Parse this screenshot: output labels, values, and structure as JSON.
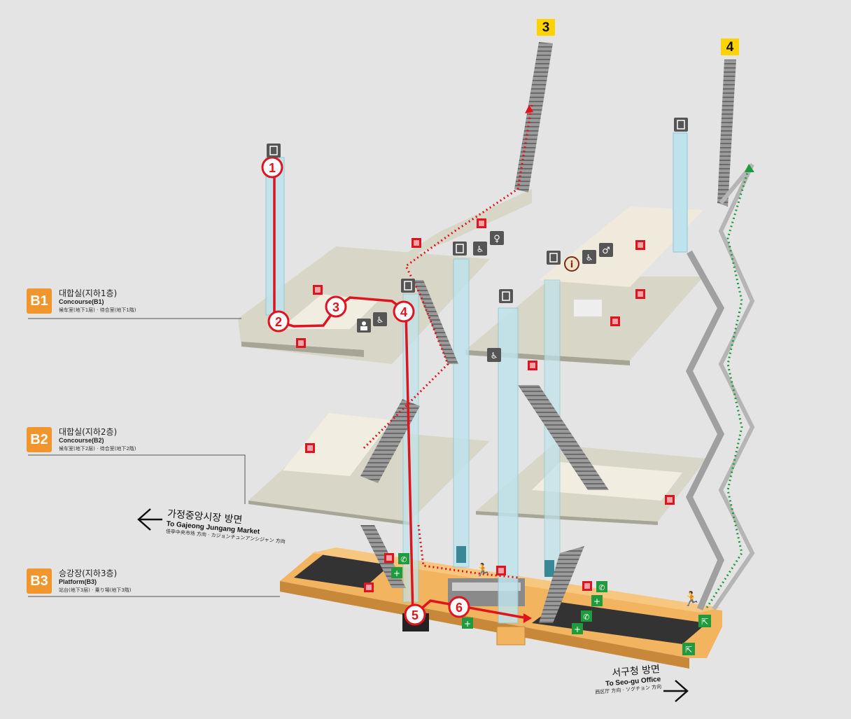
{
  "floors": [
    {
      "code": "B1",
      "name_ko": "대합실(지하1층)",
      "name_en": "Concourse(B1)",
      "name_ja": "候车室(地下1层) · 待合室(地下1階)"
    },
    {
      "code": "B2",
      "name_ko": "대합실(지하2층)",
      "name_en": "Concourse(B2)",
      "name_ja": "候车室(地下2层) · 待合室(地下2階)"
    },
    {
      "code": "B3",
      "name_ko": "승강장(지하3층)",
      "name_en": "Platform(B3)",
      "name_ja": "站台(地下3层) · 乗り場(地下3階)"
    }
  ],
  "exits": [
    "3",
    "4"
  ],
  "directions": {
    "left": {
      "ko": "가정중앙시장 방면",
      "en": "To Gajeong Jungang Market",
      "ja": "佳亭中央市场 方向 · カジョンチュンアンシジャン 方向"
    },
    "right": {
      "ko": "서구청 방면",
      "en": "To Seo-gu Office",
      "ja": "西区厅 方向 · ソグチョン 方向"
    }
  },
  "route_steps": [
    "1",
    "2",
    "3",
    "4",
    "5",
    "6"
  ],
  "icons": {
    "elevator": "elevator-icon",
    "fire_extinguisher": "fire-extinguisher-icon",
    "toilet": "toilet-icon",
    "info": "information-icon",
    "wheelchair": "wheelchair-lift-icon",
    "nursing": "nursing-room-icon",
    "emergency_phone": "emergency-phone-icon",
    "first_aid": "first-aid-icon",
    "emergency_exit": "emergency-exit-icon"
  },
  "colors": {
    "route": "#e0141e",
    "dotted_route": "#e0141e",
    "exit_route": "#1f9a3c",
    "floor_badge": "#f0962d",
    "exit_badge": "#ffd200",
    "platform": "#f2b45e",
    "slab": "#d8d6c6"
  }
}
